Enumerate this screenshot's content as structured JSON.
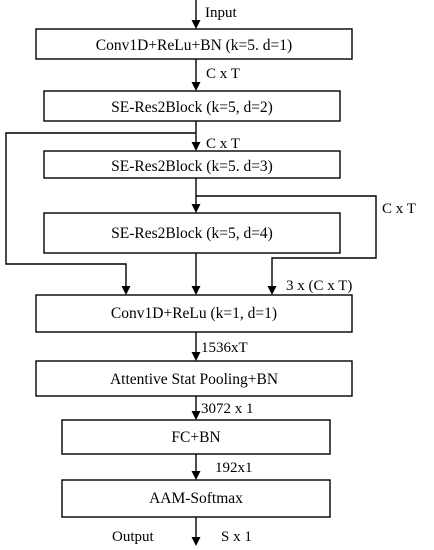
{
  "blocks": {
    "conv1": "Conv1D+ReLu+BN (k=5. d=1)",
    "se1": "SE-Res2Block (k=5, d=2)",
    "se2": "SE-Res2Block (k=5. d=3)",
    "se3": "SE-Res2Block (k=5, d=4)",
    "conv2": "Conv1D+ReLu (k=1, d=1)",
    "pool": "Attentive Stat Pooling+BN",
    "fc": "FC+BN",
    "softmax": "AAM-Softmax"
  },
  "labels": {
    "input": "Input",
    "ct1": "C x T",
    "ct2": "C x T",
    "ct3": "C x T",
    "concat": "3 x (C x T)",
    "d1536": "1536xT",
    "d3072": "3072 x 1",
    "d192": "192x1",
    "output": "Output",
    "sx1": "S x 1"
  }
}
